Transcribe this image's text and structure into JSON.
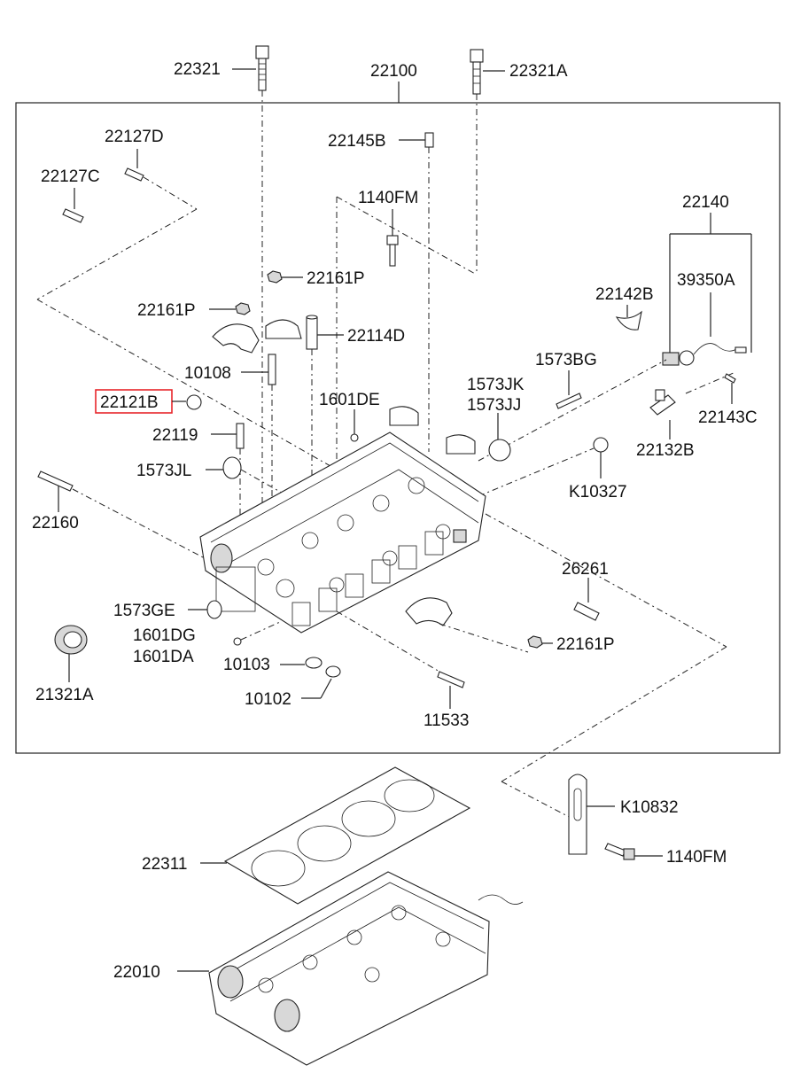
{
  "colors": {
    "highlight": "#e8262b",
    "ink": "#111111"
  },
  "labels": {
    "p22321": "22321",
    "p22100": "22100",
    "p22321A": "22321A",
    "p22127D": "22127D",
    "p22127C": "22127C",
    "p22145B": "22145B",
    "p1140FM_top": "1140FM",
    "p22140": "22140",
    "p39350A": "39350A",
    "p22161P_top": "22161P",
    "p22161P_left": "22161P",
    "p22114D": "22114D",
    "p22142B": "22142B",
    "p10108": "10108",
    "p1573BG": "1573BG",
    "p22121B": "22121B",
    "p1601DE": "1601DE",
    "p1573JK": "1573JK",
    "p1573JJ": "1573JJ",
    "p22143C": "22143C",
    "p22119": "22119",
    "p22132B": "22132B",
    "p1573JL": "1573JL",
    "pK10327": "K10327",
    "p22160": "22160",
    "p26261": "26261",
    "p1573GE": "1573GE",
    "p1601DG": "1601DG",
    "p1601DA": "1601DA",
    "p22161P_right": "22161P",
    "p21321A": "21321A",
    "p10103": "10103",
    "p10102": "10102",
    "p11533": "11533",
    "pK10832": "K10832",
    "p1140FM_bottom": "1140FM",
    "p22311": "22311",
    "p22010": "22010"
  }
}
